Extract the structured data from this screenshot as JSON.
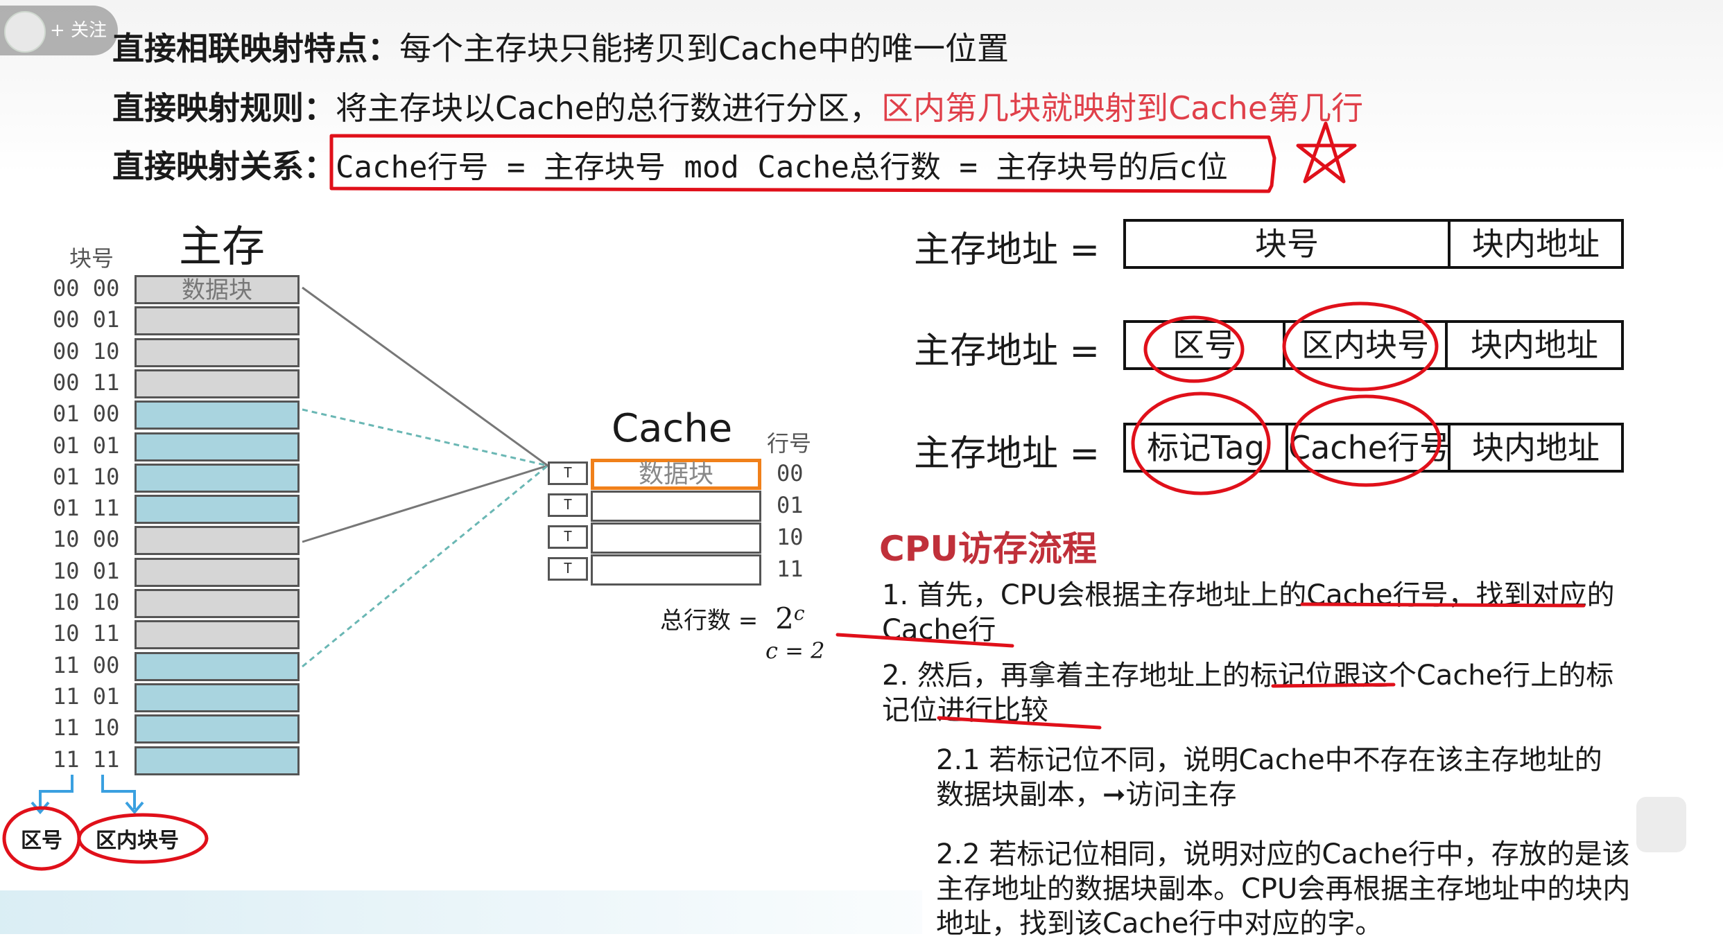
{
  "follow_button": {
    "label": "+ 关注"
  },
  "rules": {
    "line1_label": "直接相联映射特点：",
    "line1_text": "每个主存块只能拷贝到Cache中的唯一位置",
    "line2_label": "直接映射规则：",
    "line2_text": "将主存块以Cache的总行数进行分区，",
    "line2_highlight": "区内第几块就映射到Cache第几行",
    "line3_label": "直接映射关系：",
    "line3_formula": "Cache行号 = 主存块号 mod Cache总行数 = 主存块号的后c位"
  },
  "main_memory": {
    "title": "主存",
    "block_label": "块号",
    "first_block_text": "数据块",
    "blocks": [
      "00 00",
      "00 01",
      "00 10",
      "00 11",
      "01 00",
      "01 01",
      "01 10",
      "01 11",
      "10 00",
      "10 01",
      "10 10",
      "10 11",
      "11 00",
      "11 01",
      "11 10",
      "11 11"
    ],
    "block_colors": [
      "gray",
      "gray",
      "gray",
      "gray",
      "blue",
      "blue",
      "blue",
      "blue",
      "gray",
      "gray",
      "gray",
      "gray",
      "blue",
      "blue",
      "blue",
      "blue"
    ]
  },
  "cache": {
    "title": "Cache",
    "row_label": "行号",
    "first_row_text": "数据块",
    "tag_text": "T",
    "rows": [
      "00",
      "01",
      "10",
      "11"
    ],
    "total_rows_label": "总行数 =",
    "total_rows_base": "2",
    "total_rows_exp": "c",
    "c_value": "c = 2"
  },
  "split_labels": {
    "zone": "区号",
    "in_zone": "区内块号"
  },
  "address_formats": [
    {
      "label": "主存地址 =",
      "fields": [
        "块号",
        "块内地址"
      ]
    },
    {
      "label": "主存地址 =",
      "fields": [
        "区号",
        "区内块号",
        "块内地址"
      ]
    },
    {
      "label": "主存地址 =",
      "fields": [
        "标记Tag",
        "Cache行号",
        "块内地址"
      ]
    }
  ],
  "cpu_flow": {
    "title": "CPU访存流程",
    "step1_a": "1. 首先，CPU会根据主存地址上的Cache行号，找到对应的",
    "step1_b": "Cache行",
    "step2_a": "2. 然后，再拿着主存地址上的标记位跟这个Cache行上的标",
    "step2_b": "记位进行比较",
    "step21_a": "2.1 若标记位不同，说明Cache中不存在该主存地址的",
    "step21_b": "数据块副本，➞访问主存",
    "step22_a": "2.2 若标记位相同，说明对应的Cache行中，存放的是该",
    "step22_b": "主存地址的数据块副本。CPU会再根据主存地址中的块内",
    "step22_c": "地址，找到该Cache行中对应的字。"
  },
  "colors": {
    "highlight_red": "#e0404a",
    "annotation_red": "#e0101a",
    "cache_orange": "#f0801a",
    "mem_gray": "#d6d6d6",
    "mem_blue": "#a9d4df",
    "flow_title": "#c0303a"
  }
}
